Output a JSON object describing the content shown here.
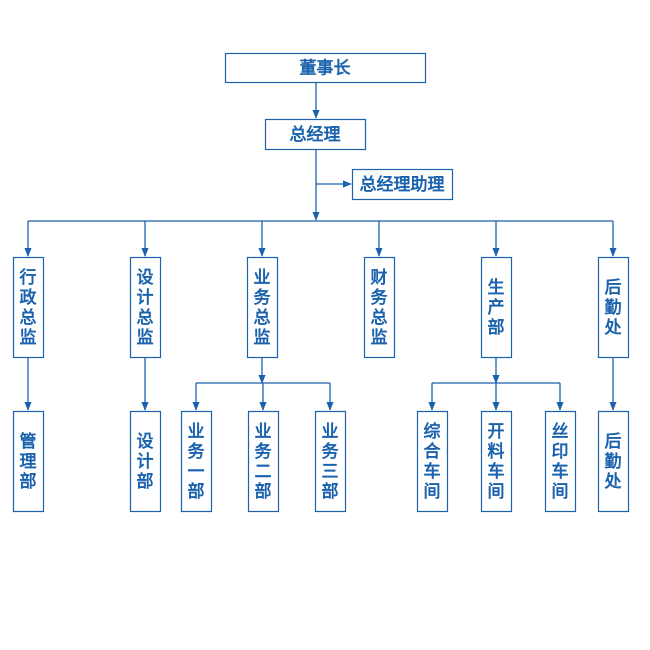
{
  "colors": {
    "line": "#1a62ad",
    "text": "#1a62ad",
    "box_border": "#1a62ad",
    "background": "#ffffff"
  },
  "nodes": {
    "chairman": "董事长",
    "gm": "总经理",
    "gm_assistant": "总经理助理",
    "admin_director": "行政总监",
    "design_director": "设计总监",
    "business_director": "业务总监",
    "finance_director": "财务总监",
    "production": "生产部",
    "logistics": "后勤处",
    "management_dept": "管理部",
    "design_dept": "设计部",
    "business_dept_1": "业务一部",
    "business_dept_2": "业务二部",
    "business_dept_3": "业务三部",
    "workshop_general": "综合车间",
    "workshop_material": "开料车间",
    "workshop_print": "丝印车间",
    "logistics_sub": "后勤处"
  }
}
